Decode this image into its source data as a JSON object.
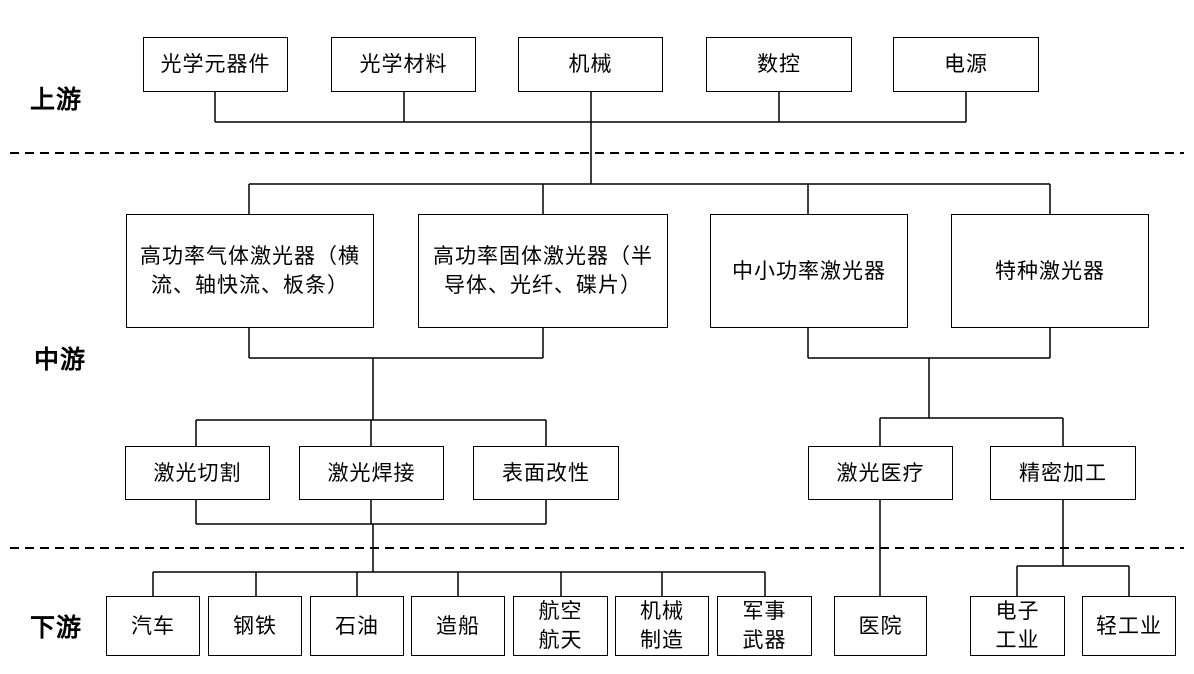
{
  "stages": {
    "upstream": "上游",
    "midstream": "中游",
    "downstream": "下游"
  },
  "upstream": {
    "optical_components": "光学元器件",
    "optical_materials": "光学材料",
    "machinery": "机械",
    "numerical_control": "数控",
    "power_supply": "电源"
  },
  "midstream": {
    "high_power_gas": "高功率气体激光器（横流、轴快流、板条）",
    "high_power_solid": "高功率固体激光器（半导体、光纤、碟片）",
    "small_medium_power": "中小功率激光器",
    "special": "特种激光器",
    "laser_cutting": "激光切割",
    "laser_welding": "激光焊接",
    "surface_modification": "表面改性",
    "laser_medical": "激光医疗",
    "precision_machining": "精密加工"
  },
  "downstream": {
    "automobile": "汽车",
    "steel": "钢铁",
    "petroleum": "石油",
    "shipbuilding": "造船",
    "aerospace_1": "航空",
    "aerospace_2": "航天",
    "machinery_1": "机械",
    "machinery_2": "制造",
    "military_1": "军事",
    "military_2": "武器",
    "hospital": "医院",
    "electronics_1": "电子",
    "electronics_2": "工业",
    "light_industry": "轻工业"
  }
}
